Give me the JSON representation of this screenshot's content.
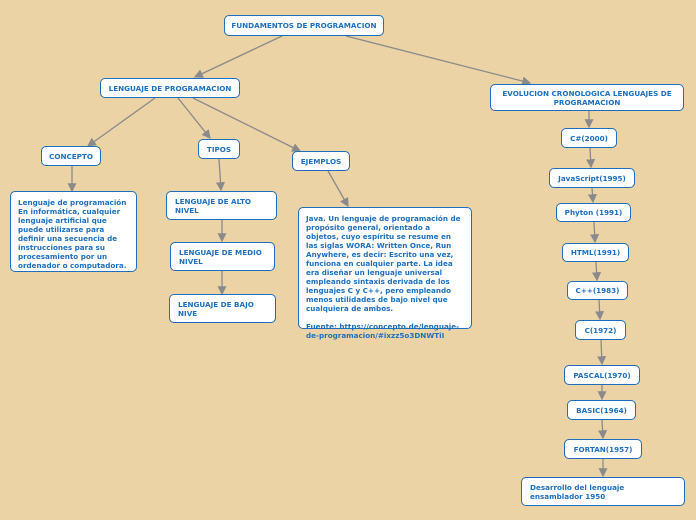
{
  "colors": {
    "background": "#ebd3a6",
    "node_border": "#1d6fbf",
    "node_text": "#1d6fbf",
    "edge": "#8a8a8a"
  },
  "nodes": {
    "root": "FUNDAMENTOS DE PROGRAMACION",
    "lenguaje": "LENGUAJE DE PROGRAMACION",
    "evolucion": "EVOLUCION CRONOLOGICA LENGUAJES DE PROGRAMACION",
    "concepto": "CONCEPTO",
    "tipos": "TIPOS",
    "ejemplos": "EJEMPLOS",
    "concepto_text": "Lenguaje de programación\nEn informática, cualquier lenguaje artificial que puede utilizarse para definir una secuencia de instrucciones para su procesamiento por un ordenador o computadora.",
    "alto": "LENGUAJE DE ALTO NIVEL",
    "medio": "LENGUAJE DE MEDIO NIVEL",
    "bajo": "LENGUAJE DE BAJO NIVE",
    "ejemplos_text": "Java. Un lenguaje de programación de propósito general, orientado a objetos, cuyo espíritu se resume en las siglas WORA: Written Once, Run Anywhere, es decir: Escrito una vez, funciona en cualquier parte. La idea era diseñar un lenguaje universal empleando sintaxis derivada de los lenguajes C y C++, pero empleando menos utilidades de bajo nivel que cualquiera de ambos.\n\nFuente: https://concepto.de/lenguaje-de-programacion/#ixzz5o3DNWTiI",
    "csharp": "C#(2000)",
    "javascript": "JavaScript(1995)",
    "python": "Phyton (1991)",
    "html": "HTML(1991)",
    "cpp": "C++(1983)",
    "c": "C(1972)",
    "pascal": "PASCAL(1970)",
    "basic": "BASIC(1964)",
    "fortran": "FORTAN(1957)",
    "ensamblador": "Desarrollo del lenguaje ensamblador 1950"
  }
}
